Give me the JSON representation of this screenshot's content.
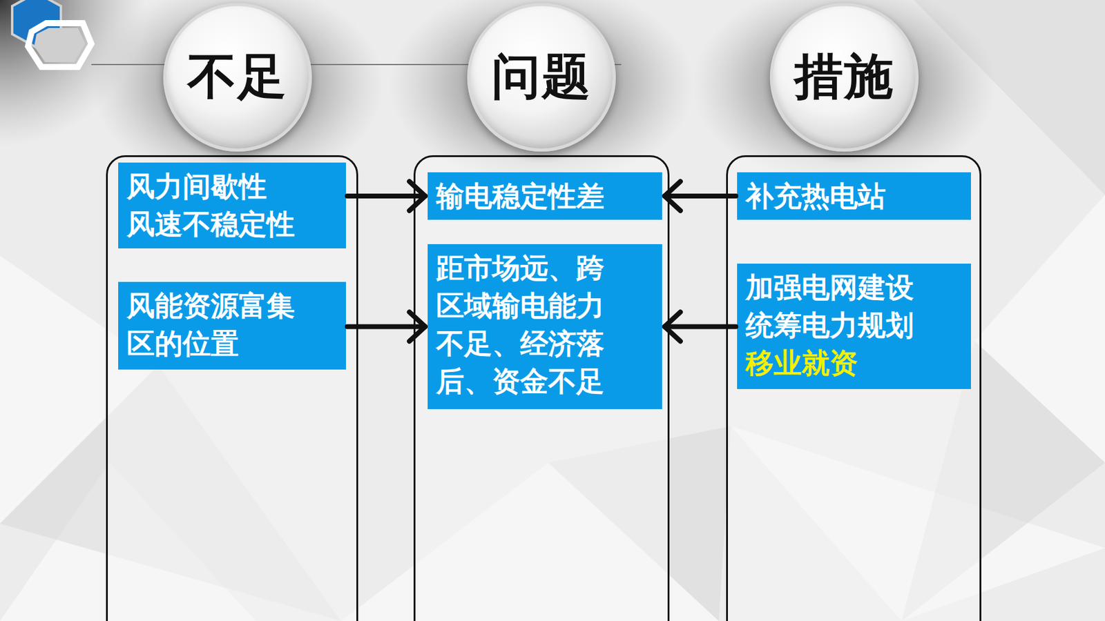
{
  "diagram": {
    "nodes": [
      {
        "text": [
          "不足"
        ]
      },
      {
        "text": [
          "风力间歇性 风速不稳定性"
        ],
        "in": 0
      },
      {
        "text": [
          "风能资源富集 区的位置"
        ],
        "in": 0
      },
      {
        "text": [
          "问题"
        ]
      },
      {
        "text": [
          "输电稳定性差"
        ],
        "in": 3
      },
      {
        "text": [
          "距市场远、跨 区域输电能力 不足、经济落 后、资金不足"
        ],
        "in": 3
      },
      {
        "text": [
          "措施"
        ]
      },
      {
        "text": [
          "补充热电站"
        ],
        "in": 6
      },
      {
        "text": [
          "加强电网建设 统筹电力规划",
          "移业就资"
        ],
        "in": 6
      }
    ],
    "edges": [
      {
        "from": 1,
        "to": 4,
        "arrow": "to"
      },
      {
        "from": 2,
        "to": 5,
        "arrow": "to"
      },
      {
        "from": 7,
        "to": 4,
        "arrow": "to"
      },
      {
        "from": 8,
        "to": 5,
        "arrow": "to"
      }
    ]
  }
}
